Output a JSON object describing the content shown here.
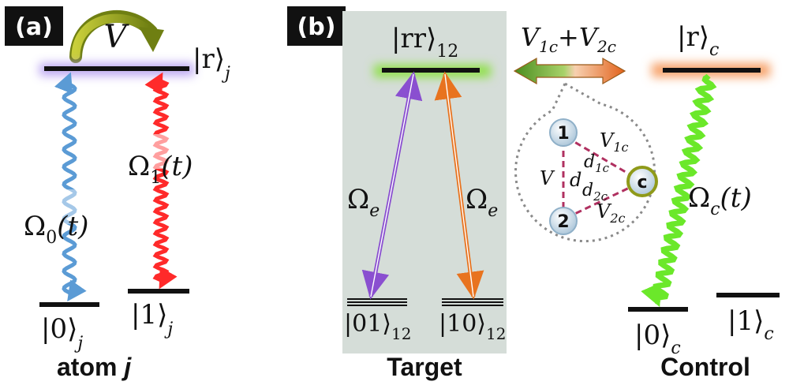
{
  "panel_a": {
    "tag": "(a)",
    "caption": "atom ",
    "caption_italic": "j",
    "interaction": "V",
    "rydberg_ket": "|r⟩",
    "rydberg_sub": "j",
    "ground0_ket": "|0⟩",
    "ground0_sub": "j",
    "ground1_ket": "|1⟩",
    "ground1_sub": "j",
    "omega0": "Ω",
    "omega0_sub": "0",
    "omega0_arg": "(t)",
    "omega1": "Ω",
    "omega1_sub": "1",
    "omega1_arg": "(t)"
  },
  "panel_b": {
    "tag": "(b)",
    "target_caption": "Target",
    "control_caption": "Control",
    "rr_ket": "|rr⟩",
    "rr_sub": "12",
    "s01_ket": "|01⟩",
    "s01_sub": "12",
    "s10_ket": "|10⟩",
    "s10_sub": "12",
    "coupling_v1": "V",
    "coupling_v1_sub": "1c",
    "coupling_plus": "+",
    "coupling_v2": "V",
    "coupling_v2_sub": "2c",
    "omega_e_left": "Ω",
    "omega_e_left_sub": "e",
    "omega_e_right": "Ω",
    "omega_e_right_sub": "e",
    "rc_ket": "|r⟩",
    "rc_sub": "c",
    "c0_ket": "|0⟩",
    "c0_sub": "c",
    "c1_ket": "|1⟩",
    "c1_sub": "c",
    "omega_c": "Ω",
    "omega_c_sub": "c",
    "omega_c_arg": "(t)",
    "inset": {
      "node1": "1",
      "node2": "2",
      "nodec": "c",
      "v12": "V",
      "d12": "d",
      "v1c": "V",
      "v1c_sub": "1c",
      "d1c": "d",
      "d1c_sub": "1c",
      "d2c": "d",
      "d2c_sub": "2c",
      "v2c": "V",
      "v2c_sub": "2c"
    }
  },
  "colors": {
    "blue_wave": "#5b9bd5",
    "red_wave": "#ff2a2a",
    "purple_arrow": "#8a4fd0",
    "orange_arrow": "#e8731f",
    "green_wave": "#6be82a",
    "olive_arrow": "#8f9a1a",
    "target_bg": "#d5ddd8",
    "dash": "#b03060"
  }
}
